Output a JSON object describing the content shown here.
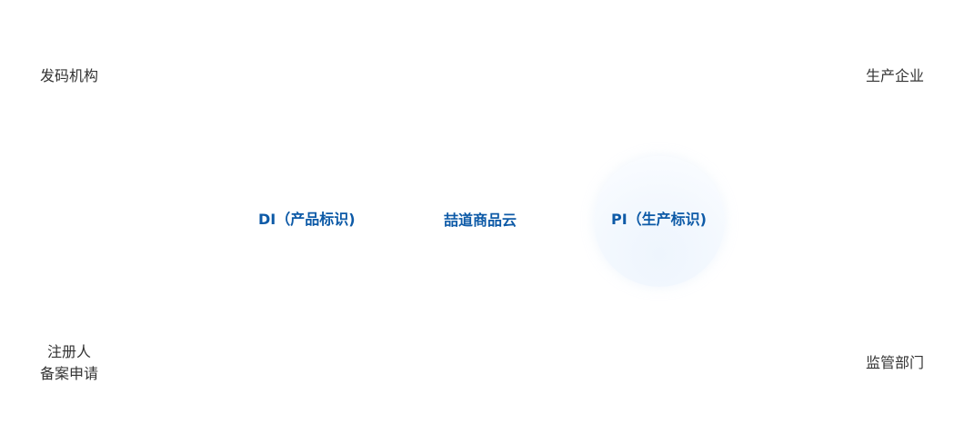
{
  "corners": {
    "top_left": "发码机构",
    "top_right": "生产企业",
    "bottom_left_line1": "注册人",
    "bottom_left_line2": "备案申请",
    "bottom_right": "监管部门"
  },
  "nodes": {
    "di": "DI（产品标识)",
    "center": "喆道商品云",
    "pi": "PI（生产标识)"
  },
  "colors": {
    "node_text": "#0d5aa7",
    "corner_text": "#333333",
    "pi_circle": "#f1f7fe"
  }
}
